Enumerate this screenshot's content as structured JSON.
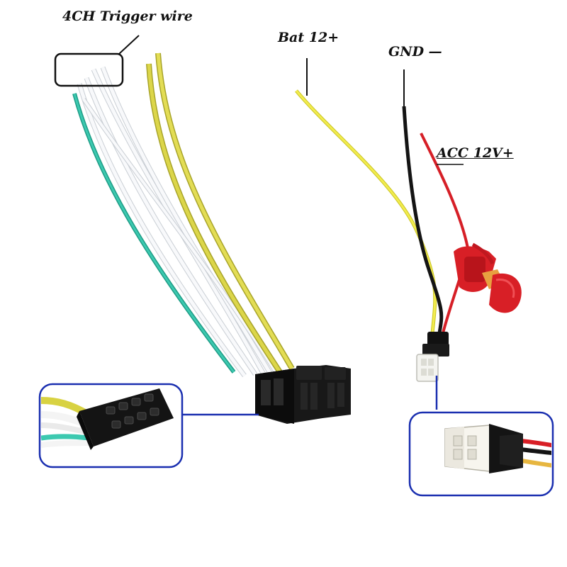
{
  "labels": {
    "trigger": "4CH Trigger wire",
    "bat": "Bat 12+",
    "gnd": "GND —",
    "acc": "ACC 12V+"
  },
  "colors": {
    "callout_border": "#1a2fb0",
    "wire_yellow": "#e8e04a",
    "wire_yellow_dark": "#b9b62e",
    "wire_teal": "#2db39c",
    "wire_white": "#f2f4f6",
    "wire_black": "#1a1a1a",
    "wire_red": "#e0242c",
    "connector_black": "#151515",
    "fuse_red": "#d81f26"
  }
}
